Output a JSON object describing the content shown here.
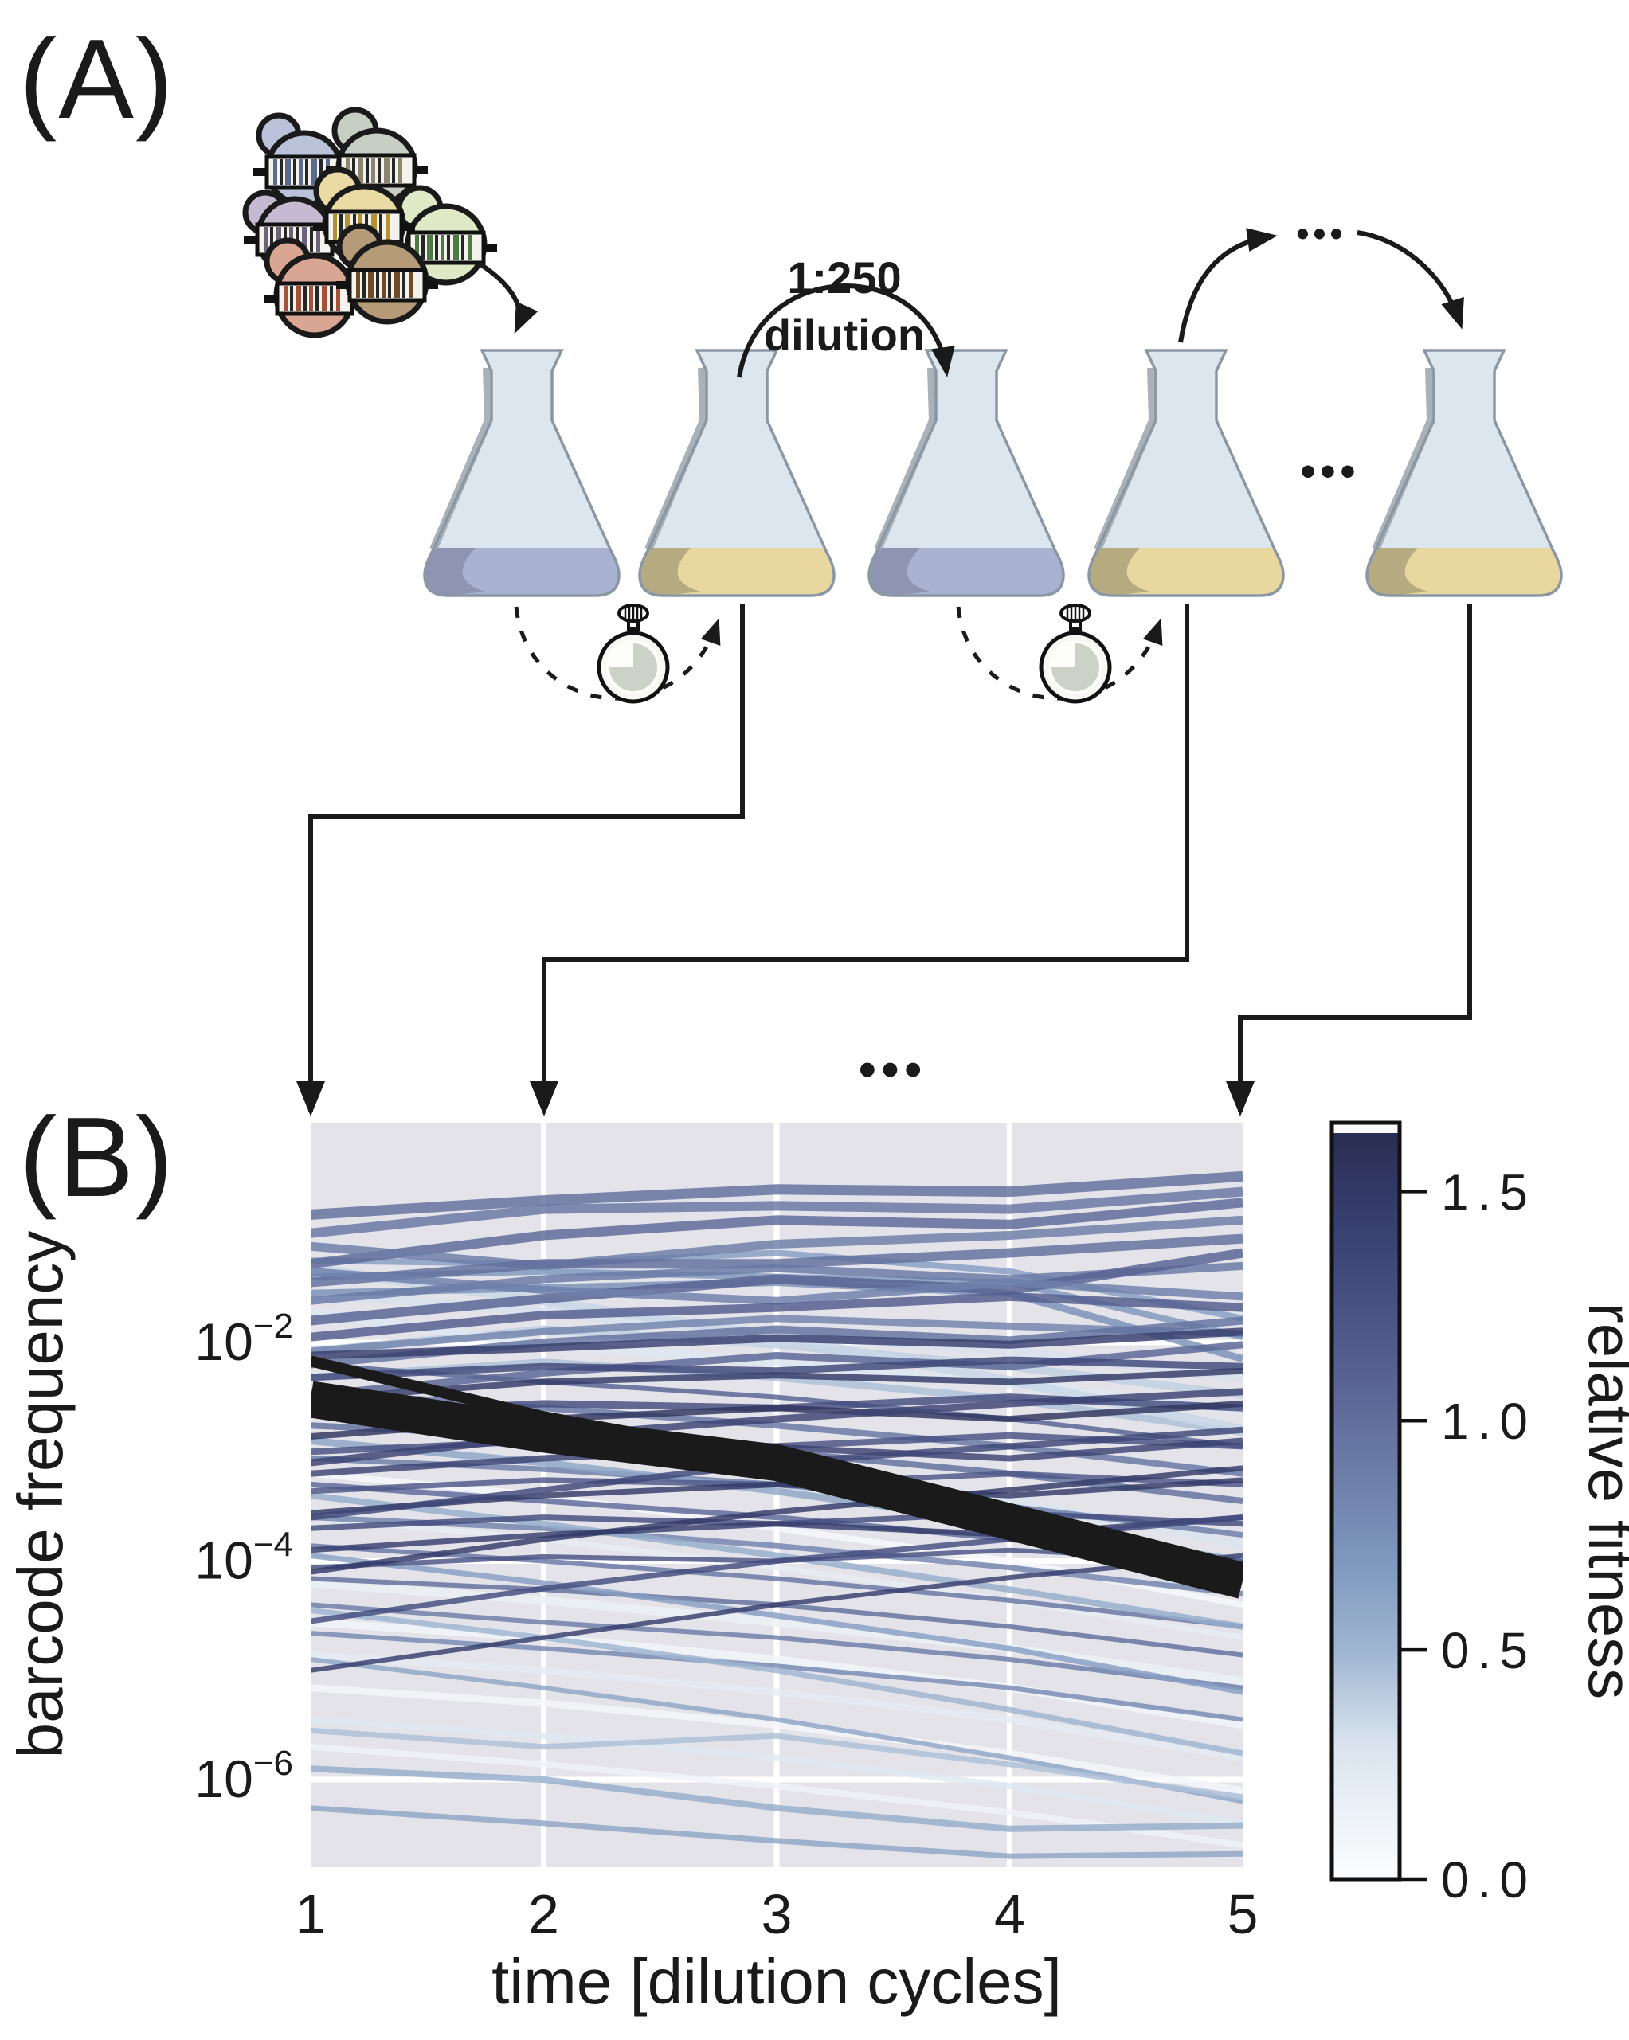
{
  "panelA": {
    "label": "(A)",
    "dilution_line1": "1:250",
    "dilution_line2": "dilution",
    "ellipsis_arc": "•••",
    "ellipsis_flask_row": "•••",
    "cells": [
      {
        "name": "cell-bluegray",
        "body": "#b9c2d9",
        "stripe": "#5a6a8c"
      },
      {
        "name": "cell-graygreen",
        "body": "#c7cec4",
        "stripe": "#8a8670"
      },
      {
        "name": "cell-green",
        "body": "#dfe9c5",
        "stripe": "#4f7a46"
      },
      {
        "name": "cell-lavender",
        "body": "#c6bad2",
        "stripe": "#6b6478"
      },
      {
        "name": "cell-khaki",
        "body": "#e9dba3",
        "stripe": "#b5912f"
      },
      {
        "name": "cell-salmon",
        "body": "#d9a693",
        "stripe": "#a4513a"
      },
      {
        "name": "cell-brown",
        "body": "#b69b78",
        "stripe": "#6e4a26"
      }
    ],
    "flasks": [
      {
        "liquid": "blue"
      },
      {
        "liquid": "yellow"
      },
      {
        "liquid": "blue"
      },
      {
        "liquid": "yellow"
      },
      {
        "liquid": "yellow"
      }
    ],
    "colors": {
      "liquid_blue": "#a9b2d1",
      "liquid_blue_shade": "#8e95b2",
      "liquid_yellow": "#e8d8a0",
      "liquid_yellow_shade": "#b6ab80",
      "glass": "#dce6ef",
      "glass_shadow": "#9aa3ad",
      "glass_outline": "#8b97a2",
      "timer_face": "#f7f7f3",
      "timer_wedge": "#cdd2c9",
      "arrow": "#1a1a1a"
    }
  },
  "panelB": {
    "label": "(B)",
    "ellipsis_top": "•••",
    "xlabel": "time [dilution cycles]",
    "ylabel": "barcode frequency",
    "xticks": [
      "1",
      "2",
      "3",
      "4",
      "5"
    ],
    "yticks": [
      {
        "base": "10",
        "exp": "−2",
        "log10": -2
      },
      {
        "base": "10",
        "exp": "−4",
        "log10": -4
      },
      {
        "base": "10",
        "exp": "−6",
        "log10": -6
      }
    ],
    "colorbar": {
      "label": "relative fitness",
      "ticks": [
        "1.5",
        "1.0",
        "0.5",
        "0.0"
      ],
      "tick_values": [
        1.5,
        1.0,
        0.5,
        0.0
      ],
      "vmin": 0.0,
      "vmax": 1.65,
      "cap_color": "#fafafa"
    }
  },
  "chart_data": {
    "type": "line",
    "x": [
      1,
      2,
      3,
      4,
      5
    ],
    "xlabel": "time [dilution cycles]",
    "ylabel": "barcode frequency",
    "yscale": "log10",
    "xlim": [
      1,
      5
    ],
    "ylim_log10": [
      -6.85,
      0.02
    ],
    "grid": "on",
    "bg": "#e4e3e9",
    "grid_color": "#ffffff",
    "legend": "colorbar: relative fitness 0.0–1.5",
    "highlight_color": "#1a1a1a",
    "line_alpha": 0.82,
    "colormap": [
      [
        0.0,
        "#fcfdfe"
      ],
      [
        0.08,
        "#eef3f8"
      ],
      [
        0.18,
        "#d8e3ee"
      ],
      [
        0.3,
        "#9fb6d2"
      ],
      [
        0.42,
        "#7f97bd"
      ],
      [
        0.55,
        "#6a7ba6"
      ],
      [
        0.68,
        "#555f90"
      ],
      [
        0.8,
        "#414a7c"
      ],
      [
        0.9,
        "#333a68"
      ],
      [
        1.0,
        "#272c4e"
      ]
    ],
    "series": [
      {
        "f": 0.3,
        "w": 12,
        "y": [
          -1.55,
          -1.72,
          -1.92,
          -2.08,
          -2.32
        ]
      },
      {
        "f": 0.38,
        "w": 10,
        "y": [
          -2.08,
          -1.88,
          -2.02,
          -2.22,
          -2.48
        ]
      },
      {
        "f": 0.25,
        "w": 11,
        "y": [
          -1.72,
          -2.02,
          -2.18,
          -2.38,
          -2.62
        ]
      },
      {
        "f": 0.45,
        "w": 9,
        "y": [
          -2.32,
          -2.18,
          -2.32,
          -2.52,
          -2.82
        ]
      },
      {
        "f": 0.35,
        "w": 12,
        "y": [
          -1.32,
          -1.62,
          -1.95,
          -2.35,
          -2.8
        ]
      },
      {
        "f": 0.28,
        "w": 10,
        "y": [
          -2.55,
          -2.8,
          -3.1,
          -3.45,
          -3.85
        ]
      },
      {
        "f": 0.15,
        "w": 11,
        "y": [
          -4.2,
          -4.36,
          -4.56,
          -4.8,
          -5.1
        ]
      },
      {
        "f": 0.1,
        "w": 10,
        "y": [
          -4.56,
          -4.7,
          -4.9,
          -5.16,
          -5.5
        ]
      },
      {
        "f": 0.2,
        "w": 9,
        "y": [
          -4.86,
          -5.0,
          -5.2,
          -5.45,
          -5.8
        ]
      },
      {
        "f": 0.08,
        "w": 9,
        "y": [
          -5.16,
          -5.3,
          -5.5,
          -5.76,
          -6.1
        ]
      },
      {
        "f": 0.25,
        "w": 8,
        "y": [
          -5.45,
          -5.6,
          -5.8,
          -6.06,
          -6.4
        ]
      },
      {
        "f": 0.12,
        "w": 8,
        "y": [
          -5.7,
          -5.86,
          -6.06,
          -6.3,
          -6.6
        ]
      },
      {
        "f": 0.18,
        "w": 7,
        "y": [
          -3.6,
          -3.8,
          -4.06,
          -4.36,
          -4.7
        ]
      },
      {
        "f": 0.05,
        "w": 8,
        "y": [
          -3.2,
          -3.4,
          -3.7,
          -4.0,
          -4.4
        ]
      },
      {
        "f": 0.95,
        "w": 8,
        "y": [
          -2.45,
          -2.6,
          -2.76,
          -2.95,
          -3.2
        ]
      },
      {
        "f": 1.0,
        "w": 8,
        "y": [
          -2.76,
          -2.86,
          -3.0,
          -3.2,
          -3.45
        ]
      },
      {
        "f": 0.9,
        "w": 7,
        "y": [
          -3.06,
          -3.16,
          -3.3,
          -3.5,
          -3.76
        ]
      },
      {
        "f": 1.05,
        "w": 7,
        "y": [
          -3.3,
          -3.45,
          -3.6,
          -3.8,
          -4.06
        ]
      },
      {
        "f": 0.85,
        "w": 7,
        "y": [
          -3.6,
          -3.7,
          -3.86,
          -4.06,
          -4.3
        ]
      },
      {
        "f": 0.95,
        "w": 6,
        "y": [
          -3.86,
          -4.0,
          -4.16,
          -4.36,
          -4.6
        ]
      },
      {
        "f": 1.0,
        "w": 6,
        "y": [
          -4.16,
          -4.26,
          -4.4,
          -4.6,
          -4.86
        ]
      },
      {
        "f": 0.9,
        "w": 6,
        "y": [
          -4.4,
          -4.56,
          -4.7,
          -4.9,
          -5.16
        ]
      },
      {
        "f": 0.8,
        "w": 6,
        "y": [
          -4.66,
          -4.8,
          -4.96,
          -5.16,
          -5.45
        ]
      },
      {
        "f": 1.1,
        "w": 6,
        "y": [
          -2.2,
          -2.36,
          -2.5,
          -2.7,
          -2.95
        ]
      },
      {
        "f": 0.6,
        "w": 9,
        "y": [
          -2.9,
          -3.1,
          -3.36,
          -3.66,
          -4.0
        ]
      },
      {
        "f": 0.55,
        "w": 8,
        "y": [
          -3.4,
          -3.66,
          -3.95,
          -4.26,
          -4.6
        ]
      },
      {
        "f": 0.65,
        "w": 7,
        "y": [
          -3.95,
          -4.2,
          -4.5,
          -4.8,
          -5.2
        ]
      },
      {
        "f": 0.5,
        "w": 7,
        "y": [
          -4.45,
          -4.7,
          -5.0,
          -5.36,
          -5.76
        ]
      },
      {
        "f": 0.6,
        "w": 6,
        "y": [
          -4.9,
          -5.16,
          -5.45,
          -5.8,
          -6.2
        ]
      },
      {
        "f": 0.55,
        "w": 8,
        "y": [
          -5.9,
          -6.0,
          -6.26,
          -6.45,
          -6.42
        ]
      },
      {
        "f": 0.6,
        "w": 7,
        "y": [
          -6.26,
          -6.4,
          -6.56,
          -6.7,
          -6.68
        ]
      },
      {
        "f": 0.45,
        "w": 7,
        "y": [
          -5.55,
          -5.7,
          -5.6,
          -5.86,
          -6.16
        ]
      },
      {
        "f": 0.75,
        "w": 9,
        "y": [
          -1.55,
          -1.5,
          -1.45,
          -1.55,
          -2.15
        ]
      },
      {
        "f": 0.7,
        "w": 8,
        "y": [
          -1.4,
          -1.35,
          -1.4,
          -1.45,
          -1.95
        ]
      },
      {
        "f": 0.65,
        "w": 8,
        "y": [
          -1.25,
          -1.28,
          -1.18,
          -1.35,
          -1.78
        ]
      },
      {
        "f": 1.0,
        "w": 13,
        "y": [
          -0.83,
          -0.7,
          -0.6,
          -0.62,
          -0.48
        ]
      },
      {
        "f": 0.95,
        "w": 12,
        "y": [
          -1.0,
          -0.78,
          -0.75,
          -0.78,
          -0.62
        ]
      },
      {
        "f": 1.05,
        "w": 12,
        "y": [
          -1.28,
          -1.02,
          -0.88,
          -0.92,
          -0.72
        ]
      },
      {
        "f": 0.9,
        "w": 11,
        "y": [
          -1.12,
          -1.3,
          -1.1,
          -1.02,
          -0.88
        ]
      },
      {
        "f": 1.0,
        "w": 12,
        "y": [
          -1.45,
          -1.28,
          -1.28,
          -1.18,
          -1.05
        ]
      },
      {
        "f": 0.92,
        "w": 10,
        "y": [
          -1.62,
          -1.42,
          -1.32,
          -1.42,
          -1.3
        ]
      },
      {
        "f": 1.1,
        "w": 12,
        "y": [
          -1.8,
          -1.6,
          -1.42,
          -1.52,
          -1.18
        ]
      },
      {
        "f": 0.88,
        "w": 10,
        "y": [
          -1.35,
          -1.52,
          -1.62,
          -1.45,
          -1.58
        ]
      },
      {
        "f": 1.15,
        "w": 11,
        "y": [
          -1.95,
          -1.75,
          -1.68,
          -1.58,
          -1.68
        ]
      },
      {
        "f": 0.85,
        "w": 9,
        "y": [
          -2.08,
          -1.9,
          -1.78,
          -1.85,
          -1.92
        ]
      },
      {
        "f": 0.98,
        "w": 10,
        "y": [
          -2.2,
          -2.0,
          -1.88,
          -1.98,
          -1.8
        ]
      },
      {
        "f": 1.08,
        "w": 9,
        "y": [
          -2.48,
          -2.28,
          -2.12,
          -2.22,
          -2.02
        ]
      },
      {
        "f": 1.45,
        "w": 10,
        "y": [
          -2.12,
          -2.05,
          -1.96,
          -2.02,
          -1.9
        ]
      },
      {
        "f": 1.35,
        "w": 9,
        "y": [
          -2.32,
          -2.22,
          -2.26,
          -2.16,
          -2.22
        ]
      },
      {
        "f": 1.5,
        "w": 8,
        "y": [
          -2.52,
          -2.36,
          -2.3,
          -2.36,
          -2.26
        ]
      },
      {
        "f": 1.3,
        "w": 9,
        "y": [
          -2.66,
          -2.56,
          -2.6,
          -2.5,
          -2.6
        ]
      },
      {
        "f": 1.55,
        "w": 8,
        "y": [
          -2.86,
          -2.7,
          -2.6,
          -2.7,
          -2.56
        ]
      },
      {
        "f": 1.25,
        "w": 8,
        "y": [
          -3.0,
          -2.9,
          -2.95,
          -2.85,
          -2.95
        ]
      },
      {
        "f": 1.4,
        "w": 8,
        "y": [
          -3.2,
          -3.06,
          -2.96,
          -3.06,
          -2.9
        ]
      },
      {
        "f": 1.2,
        "w": 7,
        "y": [
          -3.36,
          -3.26,
          -3.3,
          -3.2,
          -3.3
        ]
      },
      {
        "f": 1.5,
        "w": 7,
        "y": [
          -3.56,
          -3.4,
          -3.3,
          -3.4,
          -3.26
        ]
      },
      {
        "f": 1.3,
        "w": 7,
        "y": [
          -3.7,
          -3.6,
          -3.66,
          -3.56,
          -3.66
        ]
      },
      {
        "f": 1.45,
        "w": 7,
        "y": [
          -3.9,
          -3.76,
          -3.66,
          -3.76,
          -3.6
        ]
      },
      {
        "f": 1.25,
        "w": 6,
        "y": [
          -4.06,
          -3.96,
          -4.0,
          -3.9,
          -4.0
        ]
      },
      {
        "f": 1.4,
        "w": 9,
        "y": [
          -3.1,
          -2.86,
          -2.7,
          -2.56,
          -2.45
        ]
      },
      {
        "f": 1.35,
        "w": 8,
        "y": [
          -3.6,
          -3.35,
          -3.1,
          -2.95,
          -2.8
        ]
      },
      {
        "f": 1.5,
        "w": 7,
        "y": [
          -4.1,
          -3.8,
          -3.55,
          -3.35,
          -3.15
        ]
      },
      {
        "f": 1.3,
        "w": 7,
        "y": [
          -4.55,
          -4.25,
          -4.0,
          -3.8,
          -3.6
        ]
      },
      {
        "f": 1.45,
        "w": 6,
        "y": [
          -5.0,
          -4.7,
          -4.4,
          -4.15,
          -3.95
        ]
      },
      {
        "f": null,
        "w": 14,
        "y": [
          -2.17,
          -2.68,
          -3.06,
          -3.6,
          -4.1
        ],
        "highlight": true
      },
      {
        "f": null,
        "w": 46,
        "y": [
          -2.52,
          -2.84,
          -3.1,
          -3.64,
          -4.18
        ],
        "highlight": true
      }
    ]
  }
}
